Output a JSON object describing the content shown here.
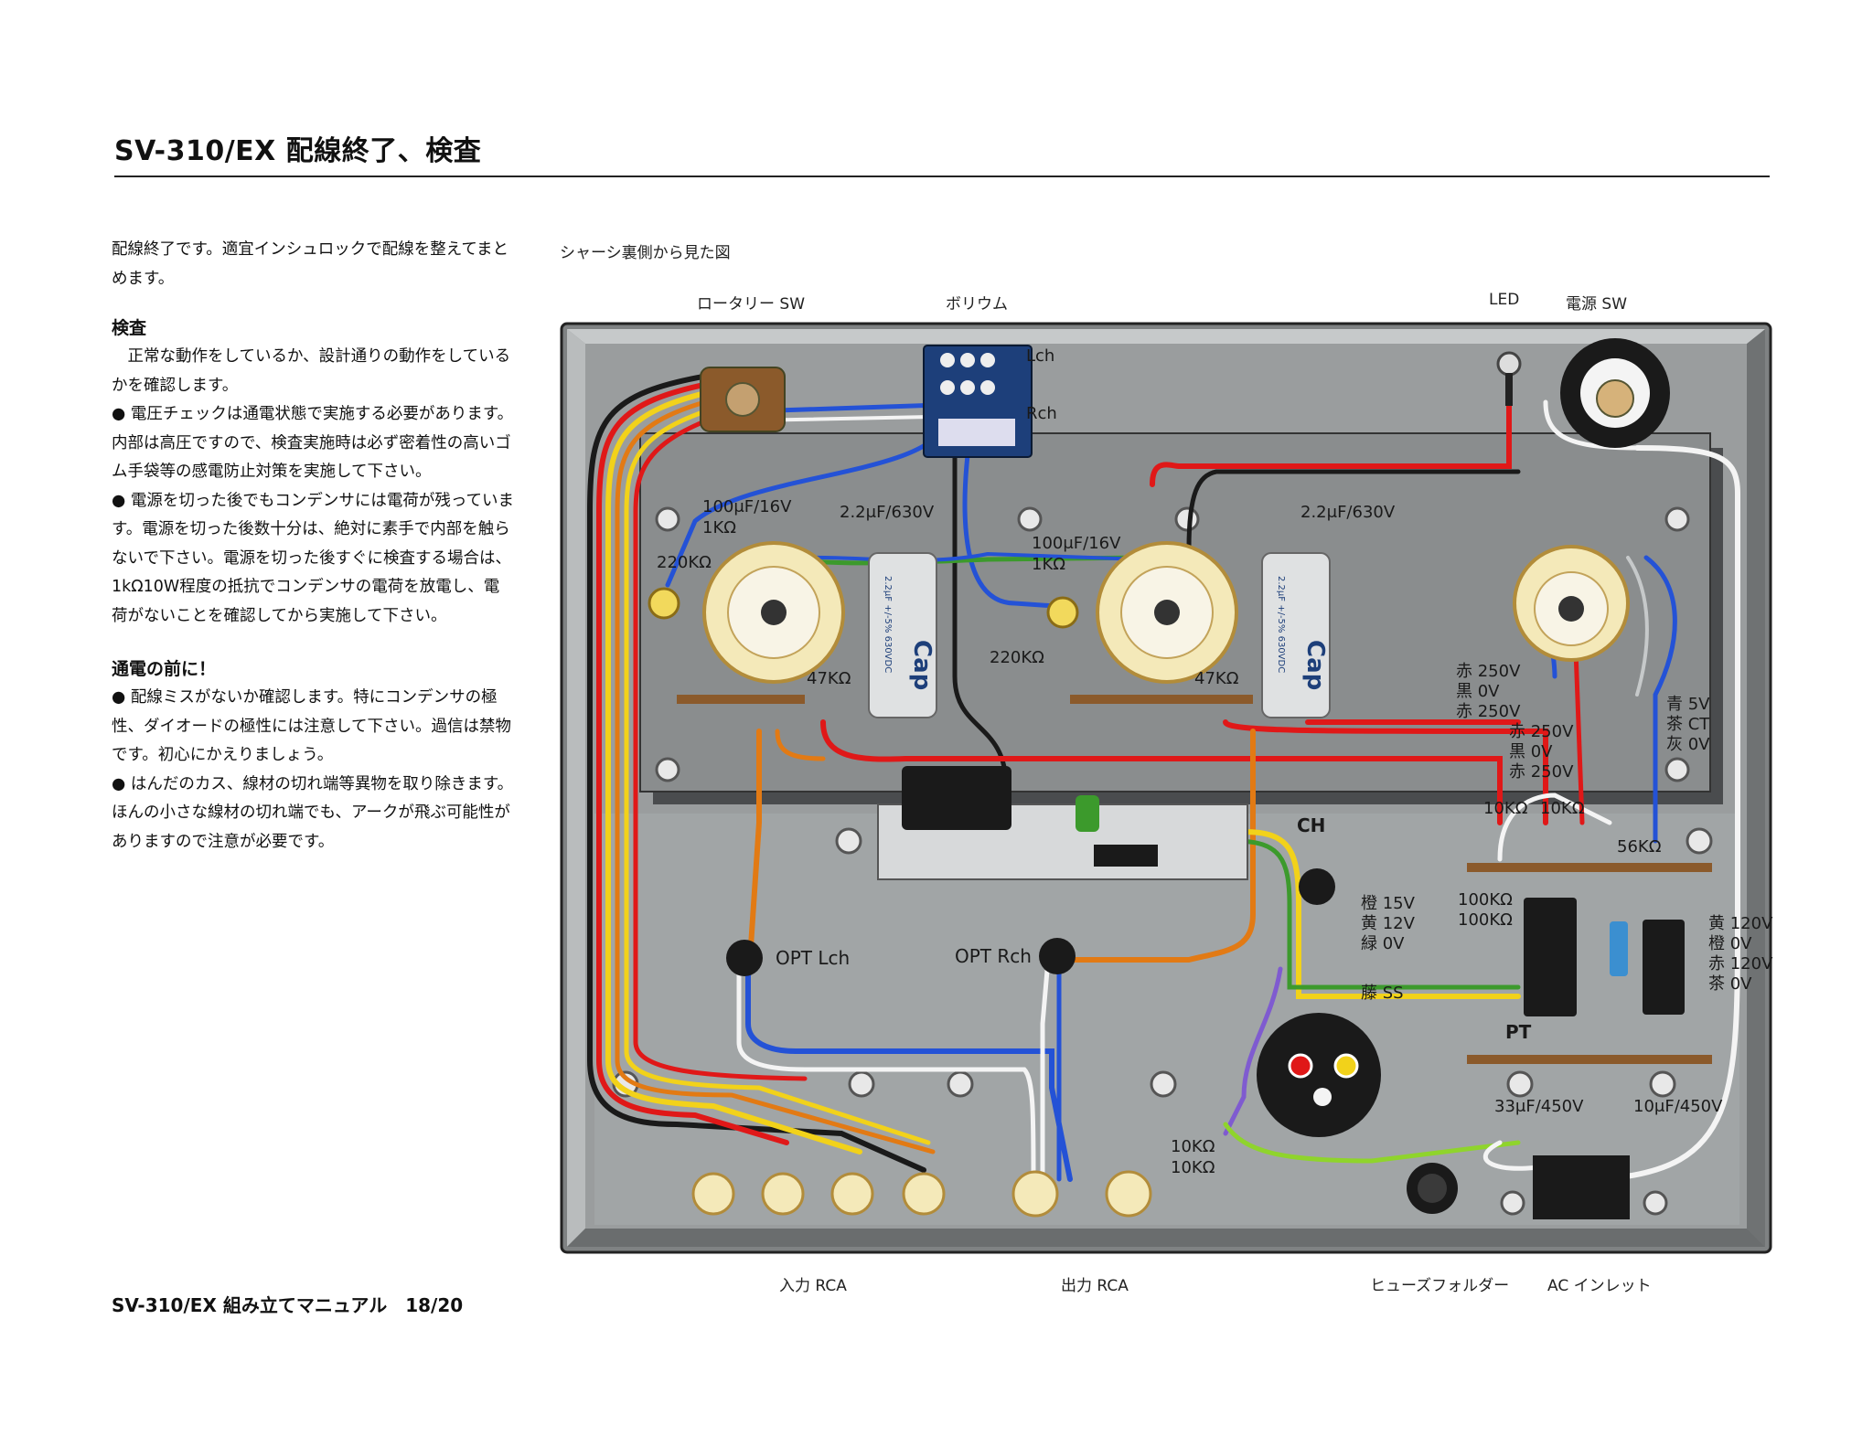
{
  "header": {
    "title": "SV-310/EX 配線終了、検査"
  },
  "body": {
    "intro": "配線終了です。適宜インシュロックで配線を整えてまとめます。",
    "check_heading": "検査",
    "check_lead": "正常な動作をしているか、設計通りの動作をしているかを確認します。",
    "check_bullet1": "● 電圧チェックは通電状態で実施する必要があります。内部は高圧ですので、検査実施時は必ず密着性の高いゴム手袋等の感電防止対策を実施して下さい。",
    "check_bullet2": "● 電源を切った後でもコンデンサには電荷が残っています。電源を切った後数十分は、絶対に素手で内部を触らないで下さい。電源を切った後すぐに検査する場合は、1kΩ10W程度の抵抗でコンデンサの電荷を放電し、電荷がないことを確認してから実施して下さい。",
    "power_heading": "通電の前に！",
    "power_bullet1": "● 配線ミスがないか確認します。特にコンデンサの極性、ダイオードの極性には注意して下さい。過信は禁物です。初心にかえりましょう。",
    "power_bullet2": "● はんだのカス、線材の切れ端等異物を取り除きます。ほんの小さな線材の切れ端でも、アークが飛ぶ可能性がありますので注意が必要です。"
  },
  "footer": {
    "text": "SV-310/EX  組み立てマニュアル　18/20"
  },
  "diagram": {
    "view_caption": "シャーシ裏側から見た図",
    "top_labels": {
      "rotary_sw": "ロータリー SW",
      "volume": "ボリウム",
      "led": "LED",
      "power_sw": "電源 SW"
    },
    "bottom_labels": {
      "input_rca": "入力 RCA",
      "output_rca": "出力 RCA",
      "fuse_holder": "ヒューズフォルダー",
      "ac_inlet": "AC インレット"
    },
    "pot_labels": {
      "lch": "Lch",
      "rch": "Rch"
    },
    "left_stage": {
      "cap1": "100μF/16V",
      "res1": "1KΩ",
      "cap2": "2.2μF/630V",
      "res_grid": "220KΩ",
      "res_plate": "47KΩ"
    },
    "right_stage": {
      "cap1": "100μF/16V",
      "res1": "1KΩ",
      "cap2": "2.2μF/630V",
      "res_grid": "220KΩ",
      "res_plate": "47KΩ"
    },
    "cap_brand": "Cap",
    "cap_print": "2.2μF +/-5% 630VDC",
    "labels": {
      "opt_lch": "OPT Lch",
      "opt_rch": "OPT Rch",
      "ch": "CH",
      "pt": "PT",
      "r10k_a": "10KΩ",
      "r10k_b": "10KΩ",
      "r100k_a": "100KΩ",
      "r100k_b": "100KΩ",
      "r56k": "56KΩ",
      "r10k_c": "10KΩ",
      "r10k_d": "10KΩ",
      "c33": "33μF/450V",
      "c10": "10μF/450V"
    },
    "pt_secondary": [
      "赤 250V",
      "黒 0V",
      "赤 250V"
    ],
    "pt_secondary2": [
      "赤 250V",
      "黒 0V",
      "赤 250V"
    ],
    "heater": [
      "青 5V",
      "茶 CT",
      "灰 0V"
    ],
    "pt_low": [
      "橙 15V",
      "黄 12V",
      "緑 0V",
      "藤 SS"
    ],
    "pt_primary": [
      "黄 120V",
      "橙 0V",
      "赤 120V",
      "茶 0V"
    ],
    "colors": {
      "chassis": "#8f9293",
      "panel": "#a9acad",
      "red": "#e01818",
      "yellow": "#f2d21a",
      "black": "#1a1a1a",
      "blue": "#2452d6",
      "green": "#3c9a2c",
      "white": "#f4f4f4",
      "orange": "#e27a14"
    }
  }
}
